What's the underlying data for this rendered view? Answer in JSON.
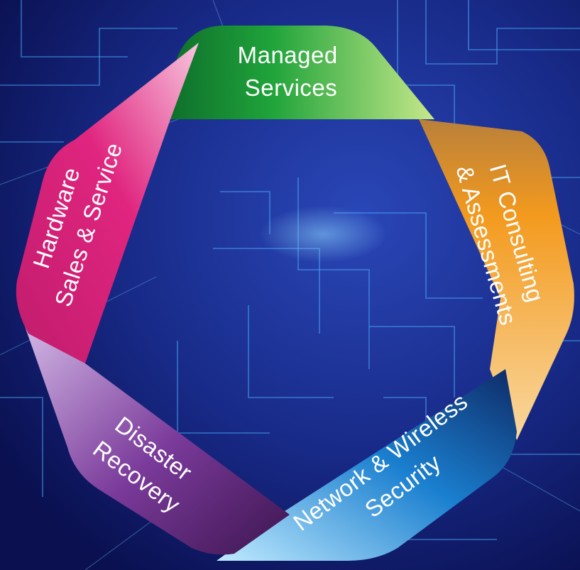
{
  "diagram": {
    "segments": [
      {
        "id": "managed-services",
        "lines": [
          "Managed",
          "Services"
        ],
        "color": "#1fa33a",
        "color_light": "#86cf4e"
      },
      {
        "id": "it-consulting",
        "lines": [
          "IT Consulting",
          "& Assessments"
        ],
        "color": "#f39a1e",
        "color_light": "#f7c25a"
      },
      {
        "id": "network-security",
        "lines": [
          "Network & Wireless",
          "Security"
        ],
        "color": "#1a7fcf",
        "color_light": "#3ab8ec"
      },
      {
        "id": "disaster-recovery",
        "lines": [
          "Disaster",
          "Recovery"
        ],
        "color": "#6e2f8f",
        "color_light": "#9a5cb8"
      },
      {
        "id": "hardware-sales",
        "lines": [
          "Hardware",
          "Sales & Service"
        ],
        "color": "#e0257f",
        "color_light": "#ee5aa2"
      }
    ],
    "colors": {
      "background_dark": "#0a1050",
      "background_mid": "#1a2d8c",
      "circuit": "#4fb4ff"
    }
  }
}
